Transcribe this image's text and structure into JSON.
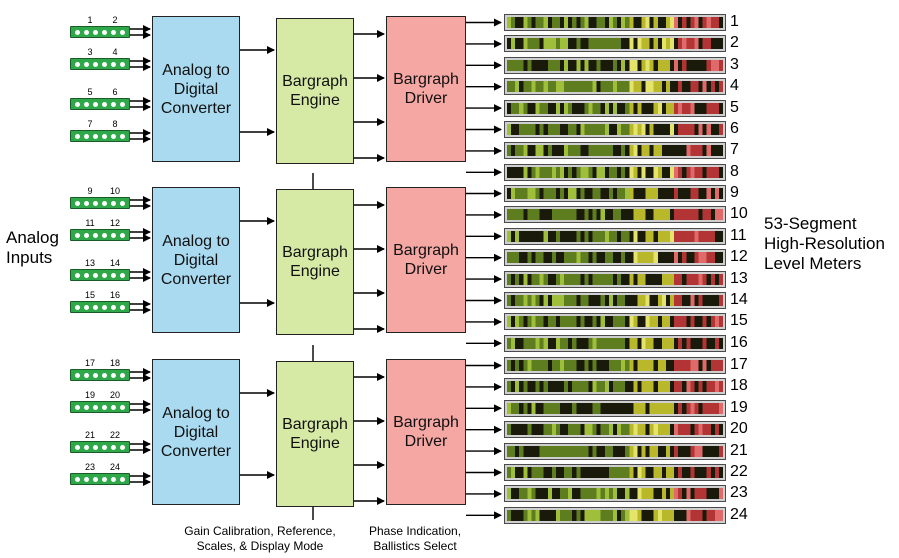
{
  "diagram": {
    "left_label": "Analog\nInputs",
    "right_label": "53-Segment\nHigh-Resolution\nLevel Meters",
    "caption_left": "Gain Calibration, Reference,\nScales, & Display Mode",
    "caption_right": "Phase Indication,\nBallistics Select",
    "adc_label": "Analog to\nDigital\nConverter",
    "engine_label": "Bargraph\nEngine",
    "driver_label": "Bargraph\nDriver",
    "groups": [
      {
        "connectors": [
          [
            "1",
            "2"
          ],
          [
            "3",
            "4"
          ],
          [
            "5",
            "6"
          ],
          [
            "7",
            "8"
          ]
        ],
        "meters": [
          "1",
          "2",
          "3",
          "4",
          "5",
          "6",
          "7",
          "8"
        ]
      },
      {
        "connectors": [
          [
            "9",
            "10"
          ],
          [
            "11",
            "12"
          ],
          [
            "13",
            "14"
          ],
          [
            "15",
            "16"
          ]
        ],
        "meters": [
          "9",
          "10",
          "11",
          "12",
          "13",
          "14",
          "15",
          "16"
        ]
      },
      {
        "connectors": [
          [
            "17",
            "18"
          ],
          [
            "19",
            "20"
          ],
          [
            "21",
            "22"
          ],
          [
            "23",
            "24"
          ]
        ],
        "meters": [
          "17",
          "18",
          "19",
          "20",
          "21",
          "22",
          "23",
          "24"
        ]
      }
    ],
    "colors": {
      "adc": "#a9daf0",
      "engine": "#d6eaa6",
      "driver": "#f4a7a3",
      "connector": "#2fa84a",
      "meter_green": "#5e7d1f",
      "meter_yellow": "#b9b82a",
      "meter_red": "#b23434"
    }
  }
}
